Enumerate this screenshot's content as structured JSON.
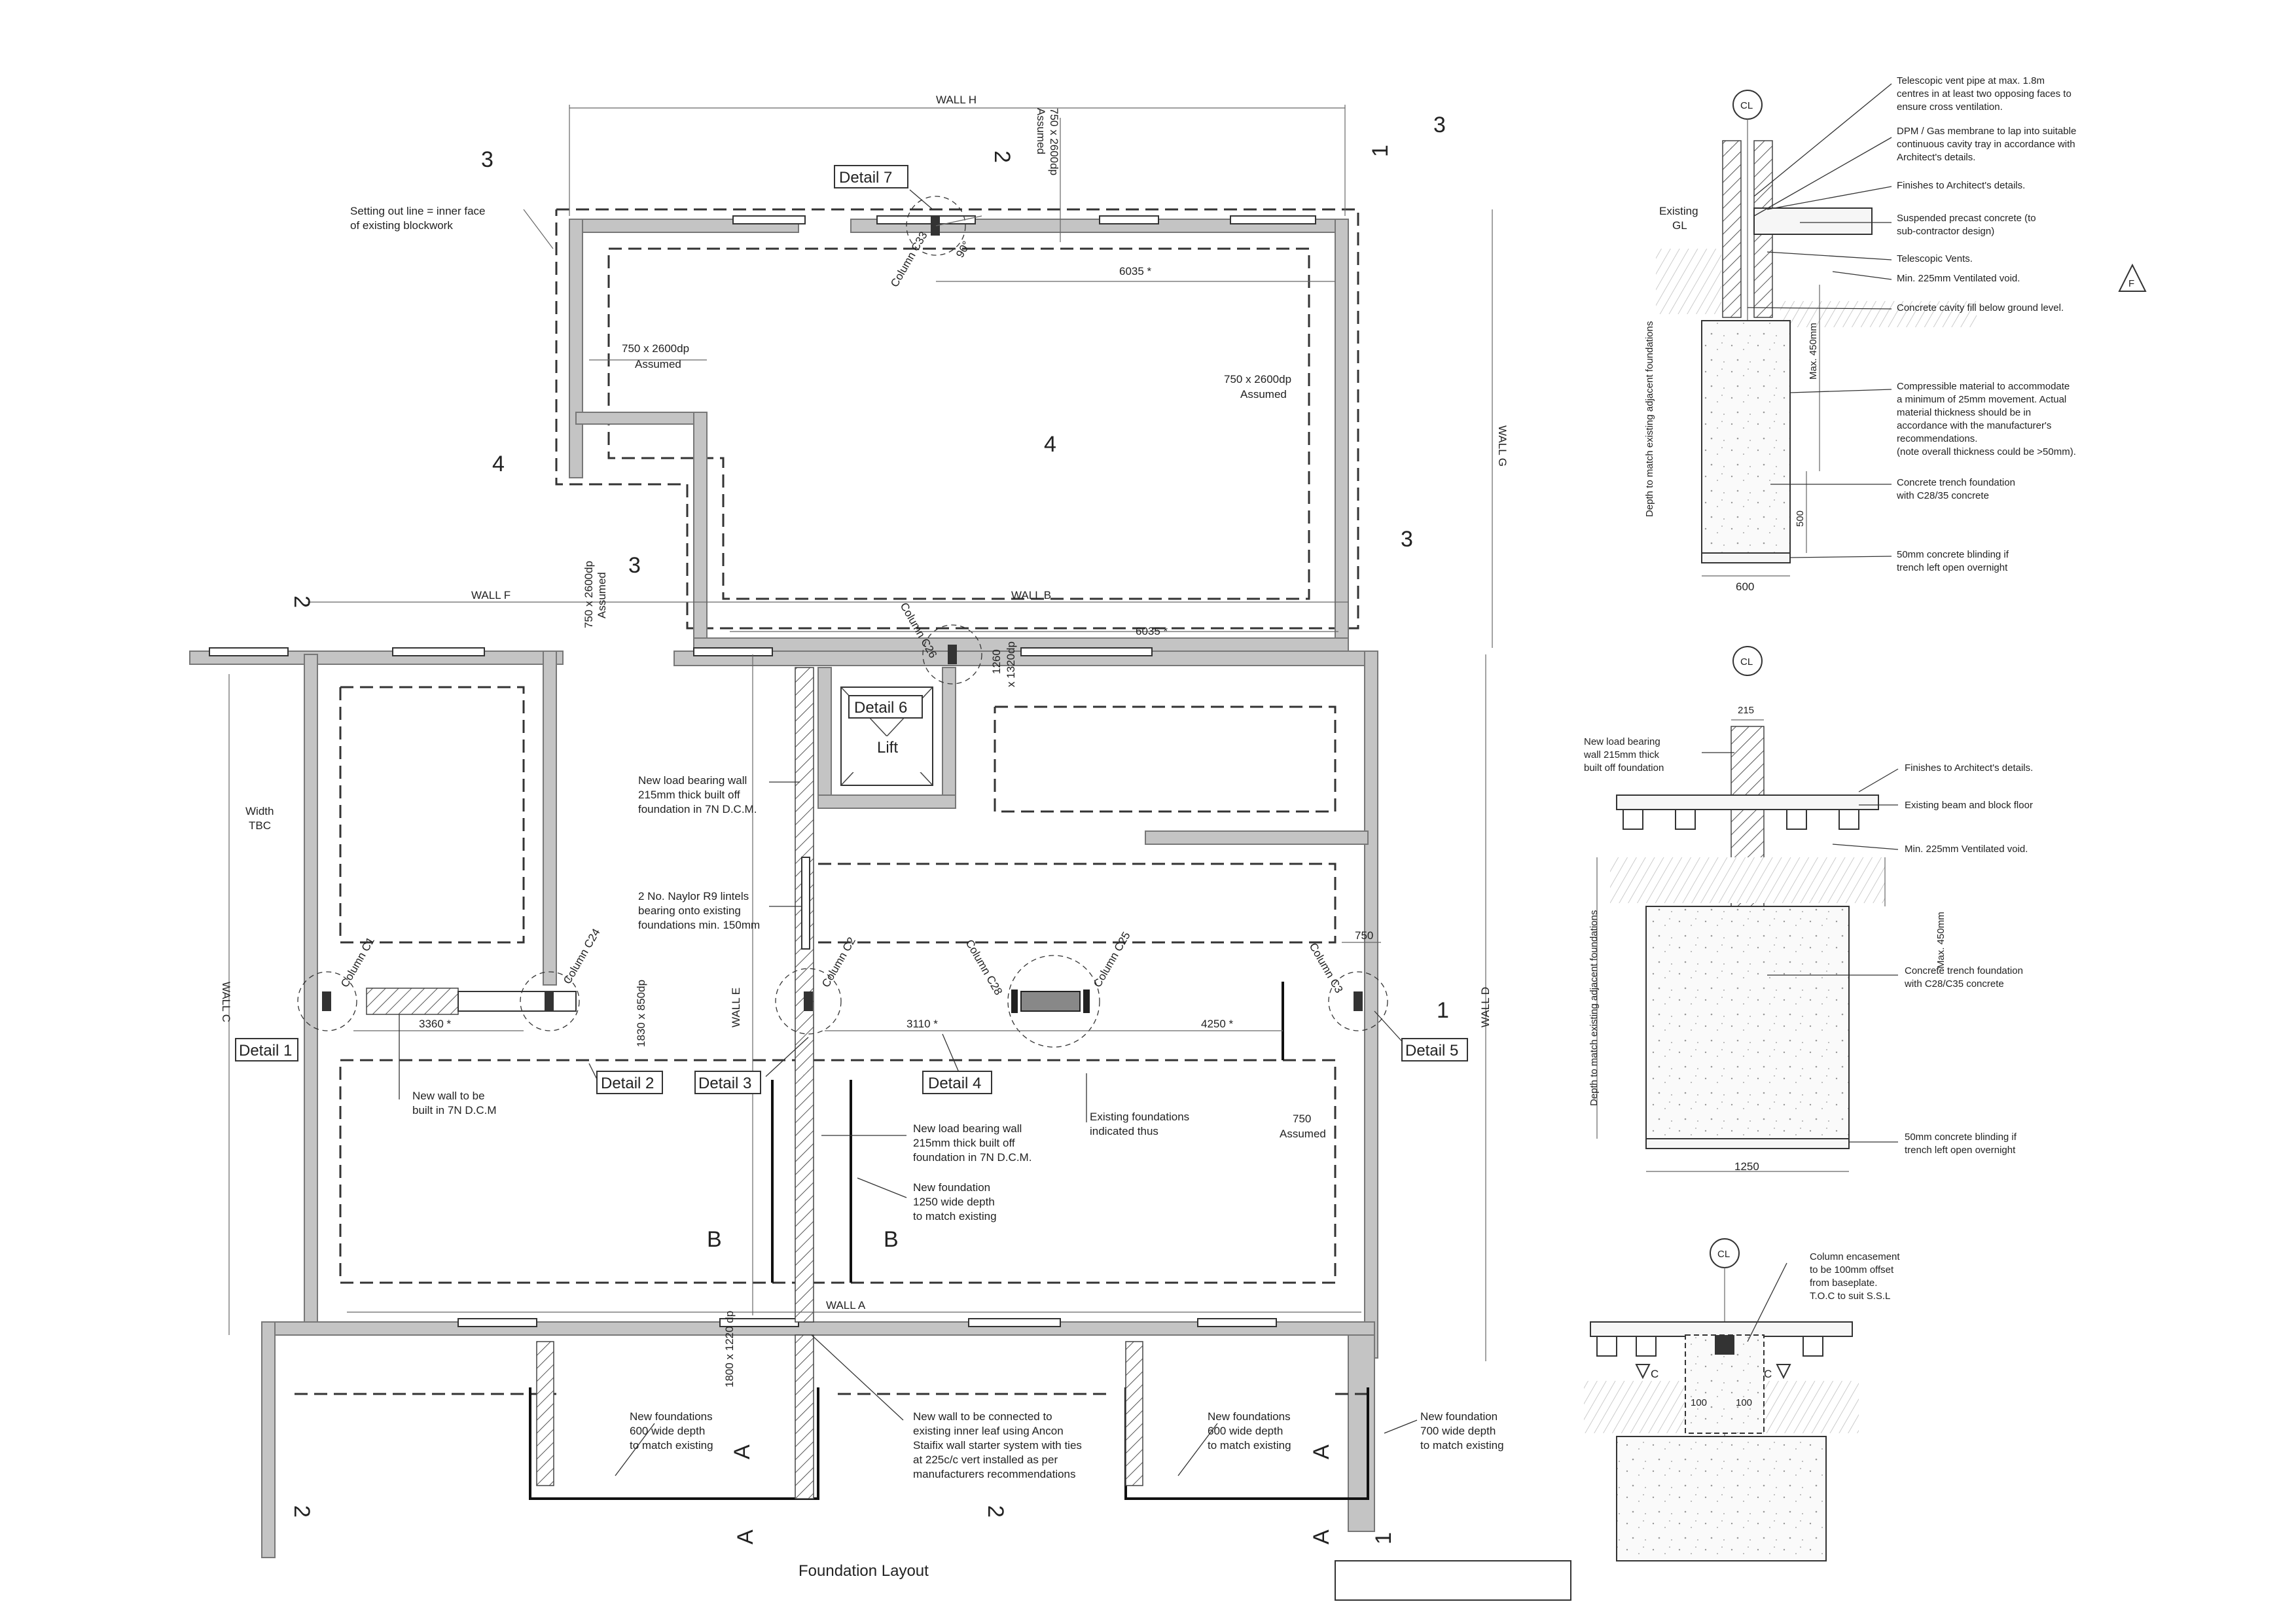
{
  "plan": {
    "walls": {
      "h": "WALL H",
      "g": "WALL G",
      "f": "WALL F",
      "b": "WALL B",
      "e": "WALL E",
      "c": "WALL C",
      "d": "WALL D",
      "a": "WALL A"
    },
    "foundation_assumed": "750 x 2600dp",
    "assumed": "Assumed",
    "setting_out_line": [
      "Setting out line = inner face",
      "of existing blockwork"
    ],
    "width_tbc": [
      "Width",
      "TBC"
    ],
    "lift": "Lift",
    "angle_90": "90°",
    "details": [
      "Detail 1",
      "Detail 2",
      "Detail 3",
      "Detail 4",
      "Detail 5",
      "Detail 6",
      "Detail 7"
    ],
    "columns": [
      "Column C1",
      "Column C2",
      "Column C3",
      "Column C24",
      "Column C25",
      "Column C26",
      "Column C28",
      "Column C33"
    ],
    "dimensions": {
      "d6035": "6035 *",
      "d3360": "3360 *",
      "d3110": "3110 *",
      "d4250": "4250 *",
      "d750": "750",
      "d1830": "1830 x 850dp",
      "d1260": "1260",
      "d1320": "x 1320dp",
      "d1800": "1800 x 1220 dp"
    },
    "section_marks": {
      "n1": "1",
      "n2": "2",
      "n3": "3",
      "n4": "4",
      "a": "A",
      "b": "B"
    },
    "notes": {
      "new_lb_wall_1": [
        "New load bearing wall",
        "215mm thick built off",
        "foundation in 7N D.C.M."
      ],
      "lintels": [
        "2 No. Naylor R9 lintels",
        "bearing onto existing",
        "foundations min. 150mm"
      ],
      "new_wall_7n": [
        "New wall to be",
        "built in 7N D.C.M"
      ],
      "existing_foundations": [
        "Existing foundations",
        "indicated thus"
      ],
      "new_lb_wall_2": [
        "New load bearing wall",
        "215mm thick built off",
        "foundation in 7N D.C.M."
      ],
      "new_foundation_1250": [
        "New foundation",
        "1250 wide depth",
        "to match existing"
      ],
      "new_foundations_600_a": [
        "New foundations",
        "600 wide depth",
        "to match existing"
      ],
      "new_foundations_600_b": [
        "New foundations",
        "600 wide depth",
        "to match existing"
      ],
      "new_foundations_700": [
        "New foundation",
        "700 wide depth",
        "to match existing"
      ],
      "ancon": [
        "New wall to be connected to",
        "existing inner leaf using Ancon",
        "Staifix wall starter system with ties",
        "at 225c/c vert installed as per",
        "manufacturers recommendations"
      ]
    },
    "title": "Foundation Layout"
  },
  "detail_a": {
    "cl": "CL",
    "existing_gl": [
      "Existing",
      "GL"
    ],
    "depth_label": "Depth to match existing adjacent foundations",
    "max_450": "Max. 450mm",
    "d500": "500",
    "d600": "600",
    "revision": "F",
    "notes": [
      [
        "Telescopic vent pipe at max. 1.8m",
        "centres in at least two opposing faces to",
        "ensure cross ventilation."
      ],
      [
        "DPM / Gas membrane to lap into suitable",
        "continuous cavity tray in accordance with",
        "Architect's details."
      ],
      [
        "Finishes  to Architect's details."
      ],
      [
        "Suspended precast concrete (to",
        "sub-contractor design)"
      ],
      [
        "Telescopic Vents."
      ],
      [
        "Min. 225mm Ventilated void."
      ],
      [
        "Concrete cavity fill below ground level."
      ],
      [
        "Compressible material to accommodate",
        "a minimum of 25mm movement. Actual",
        "material thickness should be in",
        "accordance with the manufacturer's",
        "recommendations.",
        "(note overall thickness could be >50mm)."
      ],
      [
        "Concrete trench foundation",
        "with C28/35 concrete"
      ],
      [
        "50mm concrete blinding if",
        "trench left open overnight"
      ]
    ]
  },
  "detail_b": {
    "cl": "CL",
    "d215": "215",
    "d1250": "1250",
    "max_450": "Max. 450mm",
    "depth_label": "Depth to match existing adjacent foundations",
    "wall_note": [
      "New load bearing",
      "wall 215mm thick",
      "built off foundation"
    ],
    "notes": [
      [
        "Finishes  to Architect's details."
      ],
      [
        "Existing beam and block floor"
      ],
      [
        "Min. 225mm Ventilated void."
      ],
      [
        "Concrete trench foundation",
        "with C28/C35 concrete"
      ],
      [
        "50mm concrete blinding if",
        "trench left open overnight"
      ]
    ]
  },
  "detail_c": {
    "cl": "CL",
    "d100a": "100",
    "d100b": "100",
    "mark_c": "C",
    "note": [
      "Column encasement",
      "to be 100mm offset",
      "from baseplate.",
      "T.O.C to suit S.S.L"
    ]
  }
}
